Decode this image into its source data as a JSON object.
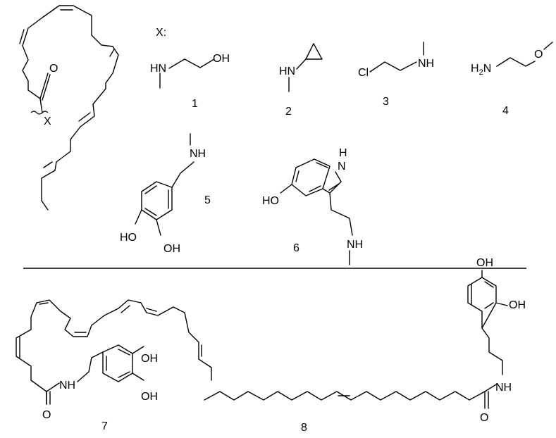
{
  "x_label": "X:",
  "atoms": {
    "oxygen": "O",
    "x_group": "X",
    "amine_nh": "NH",
    "amine_hn": "HN",
    "hydroxyl_oh": "OH",
    "hydroxyl_ho": "HO",
    "chloro": "Cl",
    "amino_h2n": "H2N",
    "indole_nh": "H",
    "indole_n": "N"
  },
  "compound_numbers": [
    "1",
    "2",
    "3",
    "4",
    "5",
    "6",
    "7",
    "8"
  ],
  "colors": {
    "ink": "#000000",
    "background": "#ffffff"
  }
}
